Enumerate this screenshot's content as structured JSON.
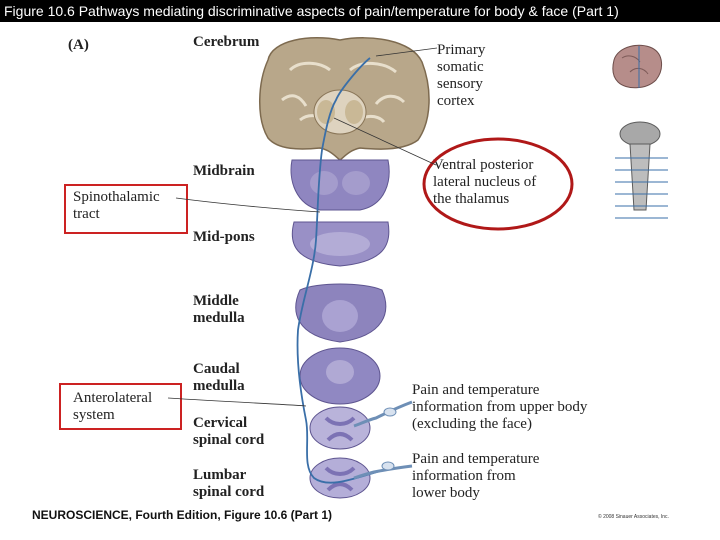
{
  "title": "Figure 10.6 Pathways mediating discriminative aspects of pain/temperature for body & face (Part 1)",
  "panel_label": "(A)",
  "levels": [
    {
      "id": "cerebrum",
      "lines": [
        "Cerebrum"
      ]
    },
    {
      "id": "midbrain",
      "lines": [
        "Midbrain"
      ]
    },
    {
      "id": "mid-pons",
      "lines": [
        "Mid-pons"
      ]
    },
    {
      "id": "middle-medulla",
      "lines": [
        "Middle",
        "medulla"
      ]
    },
    {
      "id": "caudal-medulla",
      "lines": [
        "Caudal",
        "medulla"
      ]
    },
    {
      "id": "cervical-spinal-cord",
      "lines": [
        "Cervical",
        "spinal cord"
      ]
    },
    {
      "id": "lumbar-spinal-cord",
      "lines": [
        "Lumbar",
        "spinal cord"
      ]
    }
  ],
  "left_labels": {
    "spinothalamic": [
      "Spinothalamic",
      "tract"
    ],
    "anterolateral": [
      "Anterolateral",
      "system"
    ]
  },
  "right_labels": {
    "cortex": [
      "Primary",
      "somatic",
      "sensory",
      "cortex"
    ],
    "thalamus": [
      "Ventral posterior",
      "lateral nucleus of",
      "the thalamus"
    ],
    "upper_body": [
      "Pain and temperature",
      "information from upper body",
      "(excluding the face)"
    ],
    "lower_body": [
      "Pain and temperature",
      "information from",
      "lower body"
    ]
  },
  "footer": "NEUROSCIENCE, Fourth Edition, Figure 10.6 (Part 1)",
  "copyright": "© 2008 Sinauer Associates, Inc.",
  "colors": {
    "highlight": "#cc2222",
    "pathway": "#3a6fa8",
    "tissue": "#8d7fb8",
    "cortex": "#b4a48a"
  }
}
